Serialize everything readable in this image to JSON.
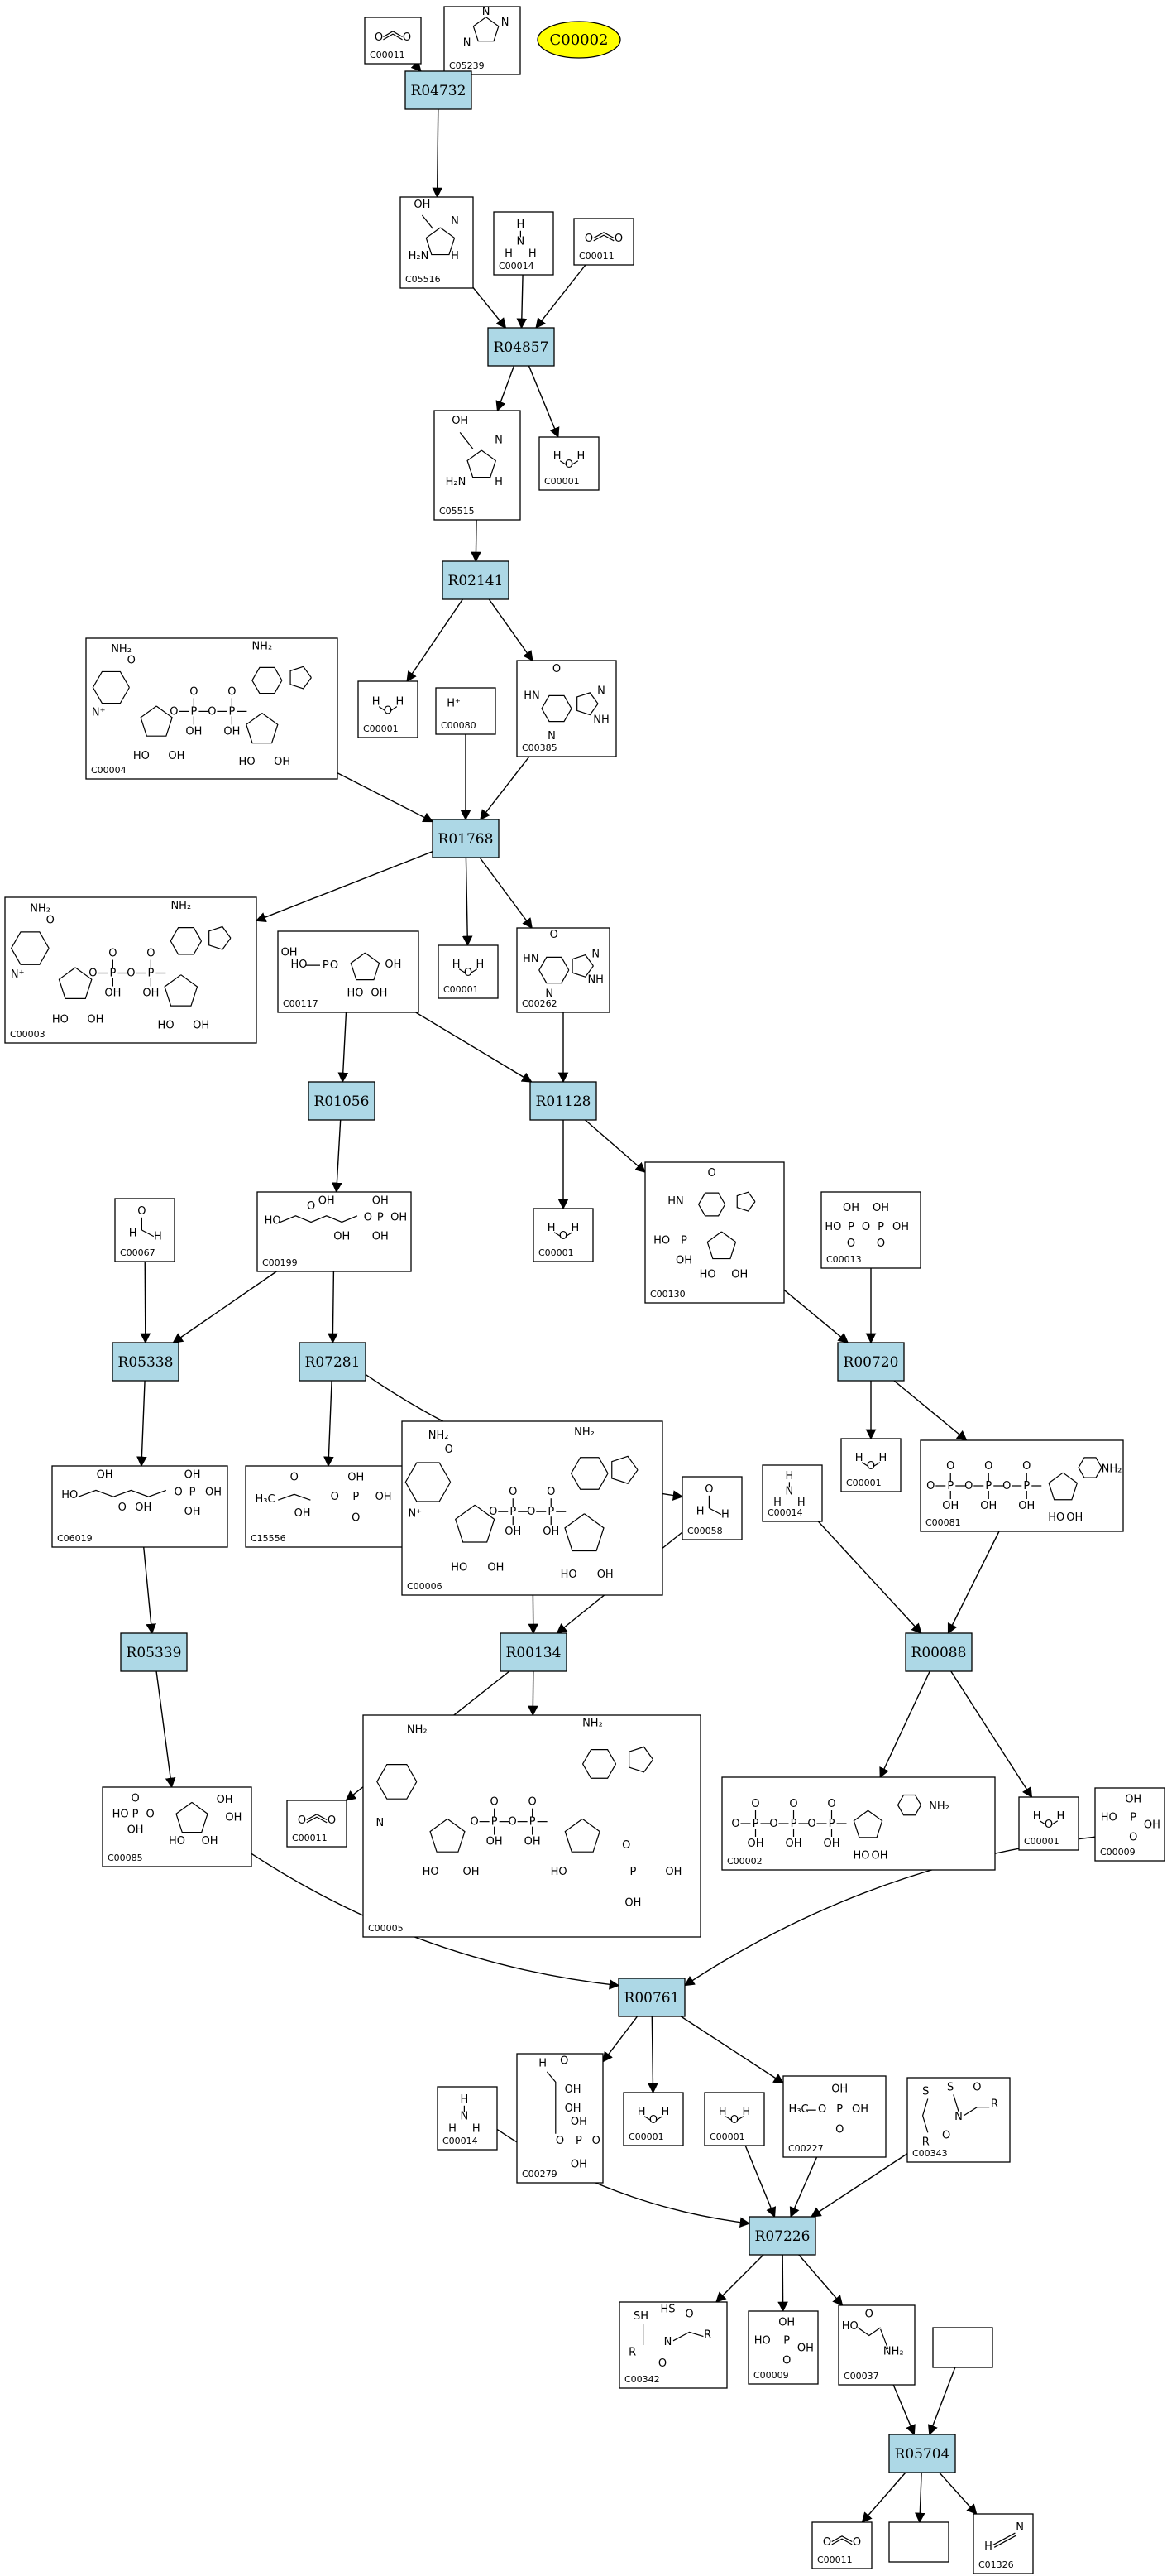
{
  "colors": {
    "reaction_fill": "#add8e6",
    "highlight_fill": "#ffff00",
    "stroke": "#000000",
    "background": "#ffffff"
  },
  "highlight": {
    "id": "C00002"
  },
  "compound_texts": {
    "h2o": {
      "h1": "H",
      "o": "O",
      "h2": "H"
    },
    "nh3": {
      "h1": "H",
      "n": "N",
      "h2": "H",
      "h3": "H"
    },
    "co2": {
      "o1": "O",
      "o2": "O"
    },
    "hplus": "H⁺",
    "hcn": {
      "h": "H",
      "n": "N"
    },
    "atoms": {
      "oh": "OH",
      "ho": "HO",
      "o": "O",
      "p": "P",
      "n": "N",
      "nh": "NH",
      "nh2": "NH₂",
      "h2n": "H₂N",
      "hn": "HN",
      "sh": "SH",
      "hs": "HS",
      "s": "S",
      "r": "R",
      "h": "H",
      "h3c": "H₃C",
      "nplus": "N⁺"
    }
  },
  "reactions": [
    {
      "id": "R04732"
    },
    {
      "id": "R04857"
    },
    {
      "id": "R02141"
    },
    {
      "id": "R01768"
    },
    {
      "id": "R01056"
    },
    {
      "id": "R01128"
    },
    {
      "id": "R05338"
    },
    {
      "id": "R07281"
    },
    {
      "id": "R00720"
    },
    {
      "id": "R05339"
    },
    {
      "id": "R00134"
    },
    {
      "id": "R00088"
    },
    {
      "id": "R00761"
    },
    {
      "id": "R07226"
    },
    {
      "id": "R05704"
    }
  ],
  "compounds": [
    {
      "key": "c1",
      "id": "C00011"
    },
    {
      "key": "c2",
      "id": "C05239"
    },
    {
      "key": "c3",
      "id": "C05516"
    },
    {
      "key": "c4",
      "id": "C00014"
    },
    {
      "key": "c5",
      "id": "C00011"
    },
    {
      "key": "c6",
      "id": "C05515"
    },
    {
      "key": "c7",
      "id": "C00001"
    },
    {
      "key": "c8",
      "id": "C00004"
    },
    {
      "key": "c9",
      "id": "C00001"
    },
    {
      "key": "c10",
      "id": "C00080"
    },
    {
      "key": "c11",
      "id": "C00385"
    },
    {
      "key": "c12",
      "id": "C00003"
    },
    {
      "key": "c13",
      "id": "C00117"
    },
    {
      "key": "c14",
      "id": "C00001"
    },
    {
      "key": "c15",
      "id": "C00262"
    },
    {
      "key": "c16",
      "id": "C00067"
    },
    {
      "key": "c17",
      "id": "C00199"
    },
    {
      "key": "c18",
      "id": "C00001"
    },
    {
      "key": "c19",
      "id": "C00130"
    },
    {
      "key": "c20",
      "id": "C00013"
    },
    {
      "key": "c21",
      "id": "C06019"
    },
    {
      "key": "c22",
      "id": "C15556"
    },
    {
      "key": "c23",
      "id": "C00006"
    },
    {
      "key": "c24",
      "id": "C00058"
    },
    {
      "key": "c25",
      "id": "C00014"
    },
    {
      "key": "c26",
      "id": "C00001"
    },
    {
      "key": "c27",
      "id": "C00081"
    },
    {
      "key": "c28",
      "id": "C00085"
    },
    {
      "key": "c29",
      "id": "C00011"
    },
    {
      "key": "c30",
      "id": "C00005"
    },
    {
      "key": "c31",
      "id": "C00002"
    },
    {
      "key": "c32",
      "id": "C00001"
    },
    {
      "key": "c33",
      "id": "C00009"
    },
    {
      "key": "c34",
      "id": "C00014"
    },
    {
      "key": "c35",
      "id": "C00279"
    },
    {
      "key": "c36",
      "id": "C00001"
    },
    {
      "key": "c37",
      "id": "C00001"
    },
    {
      "key": "c38",
      "id": "C00227"
    },
    {
      "key": "c39",
      "id": "C00343"
    },
    {
      "key": "c40",
      "id": "C00342"
    },
    {
      "key": "c41",
      "id": "C00009"
    },
    {
      "key": "c42",
      "id": "C00037"
    },
    {
      "key": "c43",
      "id": ""
    },
    {
      "key": "c44",
      "id": "C00011"
    },
    {
      "key": "c45",
      "id": ""
    },
    {
      "key": "c46",
      "id": "C01326"
    }
  ]
}
